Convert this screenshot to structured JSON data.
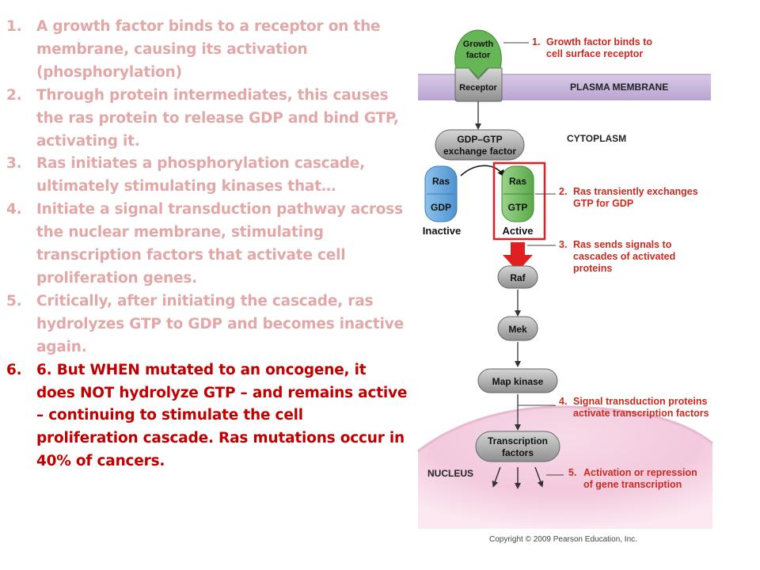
{
  "steps": [
    {
      "num": "1.",
      "text": "A growth factor binds to a receptor on the membrane, causing its activation (phosphorylation)"
    },
    {
      "num": "2.",
      "text": "Through protein intermediates, this causes the ras protein to release GDP and bind GTP, activating it."
    },
    {
      "num": "3.",
      "text": "Ras initiates a phosphorylation cascade, ultimately stimulating kinases that…"
    },
    {
      "num": "4.",
      "text": "Initiate a signal transduction pathway across the nuclear membrane, stimulating transcription factors that activate cell proliferation genes."
    },
    {
      "num": "5.",
      "text": "Critically, after initiating the cascade, ras hydrolyzes GTP to GDP and becomes inactive again."
    },
    {
      "num": "6.",
      "text": "6. But WHEN mutated to an oncogene, it does NOT hydrolyze GTP – and remains active – continuing to stimulate the cell proliferation cascade.  Ras mutations occur in 40% of cancers."
    }
  ],
  "diagram": {
    "growth_factor_label": [
      "Growth",
      "factor"
    ],
    "receptor_label": "Receptor",
    "plasma_membrane_label": "PLASMA MEMBRANE",
    "cytoplasm_label": "CYTOPLASM",
    "exchange_factor_label": [
      "GDP–GTP",
      "exchange factor"
    ],
    "ras_inactive": {
      "top": "Ras",
      "bottom": "GDP",
      "caption": "Inactive"
    },
    "ras_active": {
      "top": "Ras",
      "bottom": "GTP",
      "caption": "Active"
    },
    "raf_label": "Raf",
    "mek_label": "Mek",
    "map_kinase_label": "Map kinase",
    "transcription_factors_label": [
      "Transcription",
      "factors"
    ],
    "nucleus_label": "NUCLEUS",
    "callouts": [
      {
        "num": "1.",
        "lines": [
          "Growth factor binds to",
          "cell surface receptor"
        ]
      },
      {
        "num": "2.",
        "lines": [
          "Ras transiently exchanges",
          "GTP for GDP"
        ]
      },
      {
        "num": "3.",
        "lines": [
          "Ras sends signals to",
          "cascades of activated",
          "proteins"
        ]
      },
      {
        "num": "4.",
        "lines": [
          "Signal transduction proteins",
          "activate transcription factors"
        ]
      },
      {
        "num": "5.",
        "lines": [
          "Activation or repression",
          "of gene transcription"
        ]
      }
    ],
    "copyright": "Copyright © 2009 Pearson Education, Inc.",
    "colors": {
      "faded_text": "#e2a8a8",
      "highlight_text": "#c00000",
      "callout_text": "#cc2a1e",
      "membrane": "#c9b6dc",
      "growth_factor": "#66b557",
      "ras_blue": "#5aa0d8",
      "ras_green": "#6bb75a",
      "protein_gray": "#a8a8a8",
      "red_box": "#e02020"
    }
  }
}
